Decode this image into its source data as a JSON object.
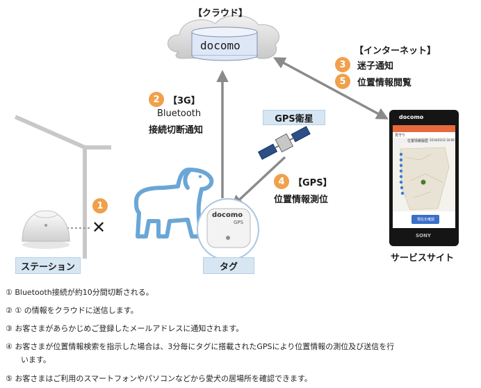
{
  "cloud": {
    "header": "【クラウド】",
    "name": "docomo"
  },
  "internet": {
    "header": "【インターネット】",
    "items": [
      {
        "num": "3",
        "text": "迷子通知"
      },
      {
        "num": "5",
        "text": "位置情報閲覧"
      }
    ]
  },
  "step2": {
    "num": "2",
    "text": "【3G】",
    "line2": "Bluetooth",
    "line3": "接続切断通知"
  },
  "gps_sat": {
    "label": "GPS衛星"
  },
  "step4": {
    "num": "4",
    "text": "【GPS】",
    "line2": "位置情報測位"
  },
  "step1": {
    "num": "1",
    "mark": "✕"
  },
  "station": {
    "label": "ステーション"
  },
  "tag": {
    "label": "タグ",
    "brand": "docomo",
    "sub": "GPS"
  },
  "phone": {
    "label": "サービスサイト",
    "brand": "docomo",
    "maker": "SONY",
    "screen_title": "見守り",
    "screen_row": "位置情報履歴",
    "screen_date": "2014/03/12 16:06",
    "screen_button": "現在を確認"
  },
  "notes": [
    "① Bluetooth接続が約10分間切断される。",
    "②  ① の情報をクラウドに送信します。",
    "③ お客さまがあらかじめご登録したメールアドレスに通知されます。",
    "④ お客さまが位置情報検索を指示した場合は、3分毎にタグに搭載されたGPSにより位置情報の測位及び送信を行",
    "います。",
    "⑤ お客さまはご利用のスマートフォンやパソコンなどから愛犬の居場所を確認できます。"
  ]
}
